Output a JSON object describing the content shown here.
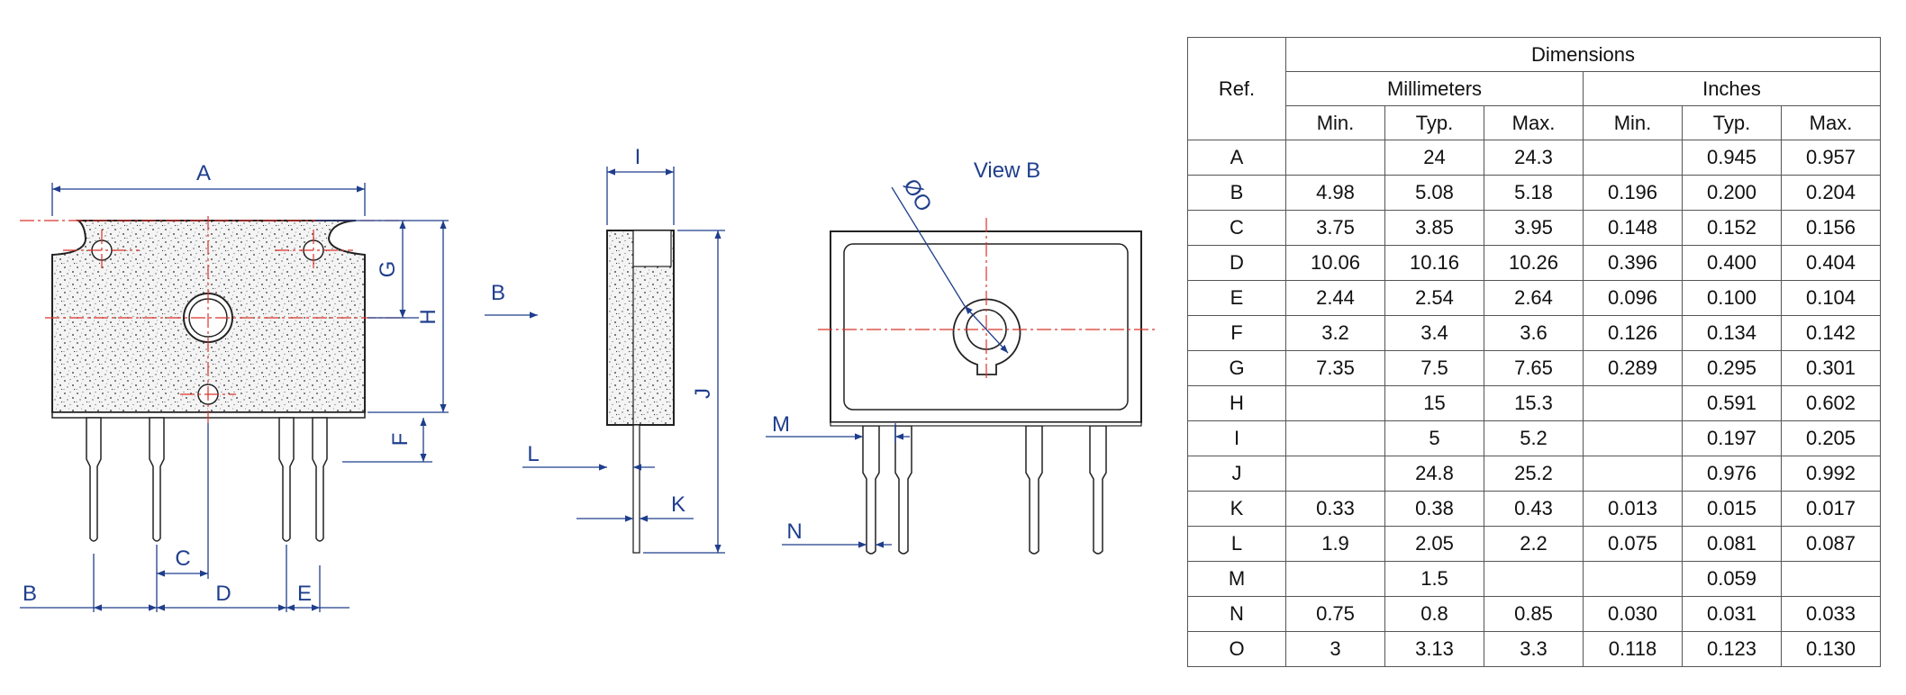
{
  "drawing": {
    "labels": {
      "A": "A",
      "B": "B",
      "C": "C",
      "D": "D",
      "E": "E",
      "F": "F",
      "G": "G",
      "H": "H",
      "I": "I",
      "J": "J",
      "K": "K",
      "L": "L",
      "M": "M",
      "N": "N",
      "O": "ØO",
      "view_arrow": "B",
      "view_title": "View B"
    }
  },
  "table": {
    "header": {
      "ref": "Ref.",
      "dimensions": "Dimensions",
      "millimeters": "Millimeters",
      "inches": "Inches",
      "sub": [
        "Min.",
        "Typ.",
        "Max.",
        "Min.",
        "Typ.",
        "Max."
      ]
    },
    "rows": [
      {
        "ref": "A",
        "mm_min": "",
        "mm_typ": "24",
        "mm_max": "24.3",
        "in_min": "",
        "in_typ": "0.945",
        "in_max": "0.957"
      },
      {
        "ref": "B",
        "mm_min": "4.98",
        "mm_typ": "5.08",
        "mm_max": "5.18",
        "in_min": "0.196",
        "in_typ": "0.200",
        "in_max": "0.204"
      },
      {
        "ref": "C",
        "mm_min": "3.75",
        "mm_typ": "3.85",
        "mm_max": "3.95",
        "in_min": "0.148",
        "in_typ": "0.152",
        "in_max": "0.156"
      },
      {
        "ref": "D",
        "mm_min": "10.06",
        "mm_typ": "10.16",
        "mm_max": "10.26",
        "in_min": "0.396",
        "in_typ": "0.400",
        "in_max": "0.404"
      },
      {
        "ref": "E",
        "mm_min": "2.44",
        "mm_typ": "2.54",
        "mm_max": "2.64",
        "in_min": "0.096",
        "in_typ": "0.100",
        "in_max": "0.104"
      },
      {
        "ref": "F",
        "mm_min": "3.2",
        "mm_typ": "3.4",
        "mm_max": "3.6",
        "in_min": "0.126",
        "in_typ": "0.134",
        "in_max": "0.142"
      },
      {
        "ref": "G",
        "mm_min": "7.35",
        "mm_typ": "7.5",
        "mm_max": "7.65",
        "in_min": "0.289",
        "in_typ": "0.295",
        "in_max": "0.301"
      },
      {
        "ref": "H",
        "mm_min": "",
        "mm_typ": "15",
        "mm_max": "15.3",
        "in_min": "",
        "in_typ": "0.591",
        "in_max": "0.602"
      },
      {
        "ref": "I",
        "mm_min": "",
        "mm_typ": "5",
        "mm_max": "5.2",
        "in_min": "",
        "in_typ": "0.197",
        "in_max": "0.205"
      },
      {
        "ref": "J",
        "mm_min": "",
        "mm_typ": "24.8",
        "mm_max": "25.2",
        "in_min": "",
        "in_typ": "0.976",
        "in_max": "0.992"
      },
      {
        "ref": "K",
        "mm_min": "0.33",
        "mm_typ": "0.38",
        "mm_max": "0.43",
        "in_min": "0.013",
        "in_typ": "0.015",
        "in_max": "0.017"
      },
      {
        "ref": "L",
        "mm_min": "1.9",
        "mm_typ": "2.05",
        "mm_max": "2.2",
        "in_min": "0.075",
        "in_typ": "0.081",
        "in_max": "0.087"
      },
      {
        "ref": "M",
        "mm_min": "",
        "mm_typ": "1.5",
        "mm_max": "",
        "in_min": "",
        "in_typ": "0.059",
        "in_max": ""
      },
      {
        "ref": "N",
        "mm_min": "0.75",
        "mm_typ": "0.8",
        "mm_max": "0.85",
        "in_min": "0.030",
        "in_typ": "0.031",
        "in_max": "0.033"
      },
      {
        "ref": "O",
        "mm_min": "3",
        "mm_typ": "3.13",
        "mm_max": "3.3",
        "in_min": "0.118",
        "in_typ": "0.123",
        "in_max": "0.130"
      }
    ]
  }
}
